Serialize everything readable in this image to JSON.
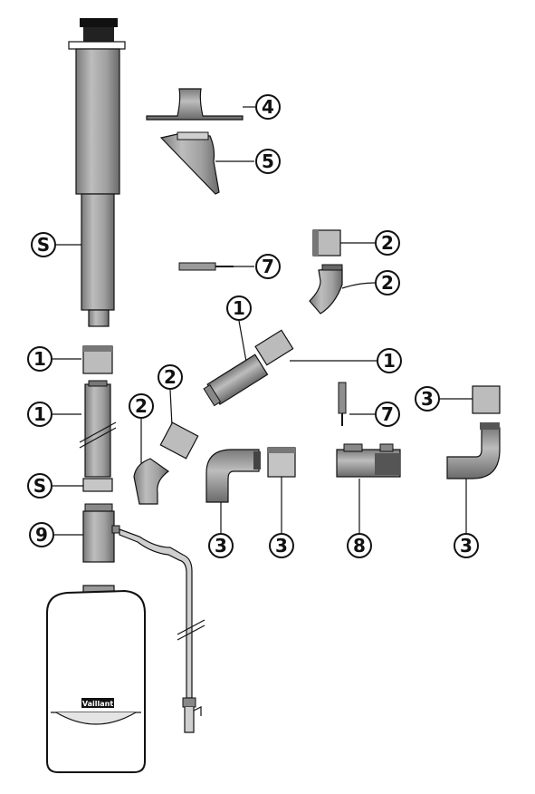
{
  "diagram": {
    "brand": {
      "label": "Vaillant",
      "logo": "Vaillant-logo"
    },
    "colors": {
      "pipe_fill": "#a8a8a8",
      "pipe_dark": "#6f6f6f",
      "pipe_light": "#d8d8d8",
      "outline": "#111111",
      "background": "#ffffff"
    },
    "callouts": [
      {
        "id": "c4",
        "label": "4"
      },
      {
        "id": "c5",
        "label": "5"
      },
      {
        "id": "cS1",
        "label": "S"
      },
      {
        "id": "c7a",
        "label": "7"
      },
      {
        "id": "c2a",
        "label": "2"
      },
      {
        "id": "c2b",
        "label": "2"
      },
      {
        "id": "c1a",
        "label": "1"
      },
      {
        "id": "c1b",
        "label": "1"
      },
      {
        "id": "c1c",
        "label": "1"
      },
      {
        "id": "c1d",
        "label": "1"
      },
      {
        "id": "c2c",
        "label": "2"
      },
      {
        "id": "c2d",
        "label": "2"
      },
      {
        "id": "c3a",
        "label": "3"
      },
      {
        "id": "c7b",
        "label": "7"
      },
      {
        "id": "cS2",
        "label": "S"
      },
      {
        "id": "c3b",
        "label": "3"
      },
      {
        "id": "c3c",
        "label": "3"
      },
      {
        "id": "c8",
        "label": "8"
      },
      {
        "id": "c3d",
        "label": "3"
      },
      {
        "id": "c9",
        "label": "9"
      }
    ]
  }
}
